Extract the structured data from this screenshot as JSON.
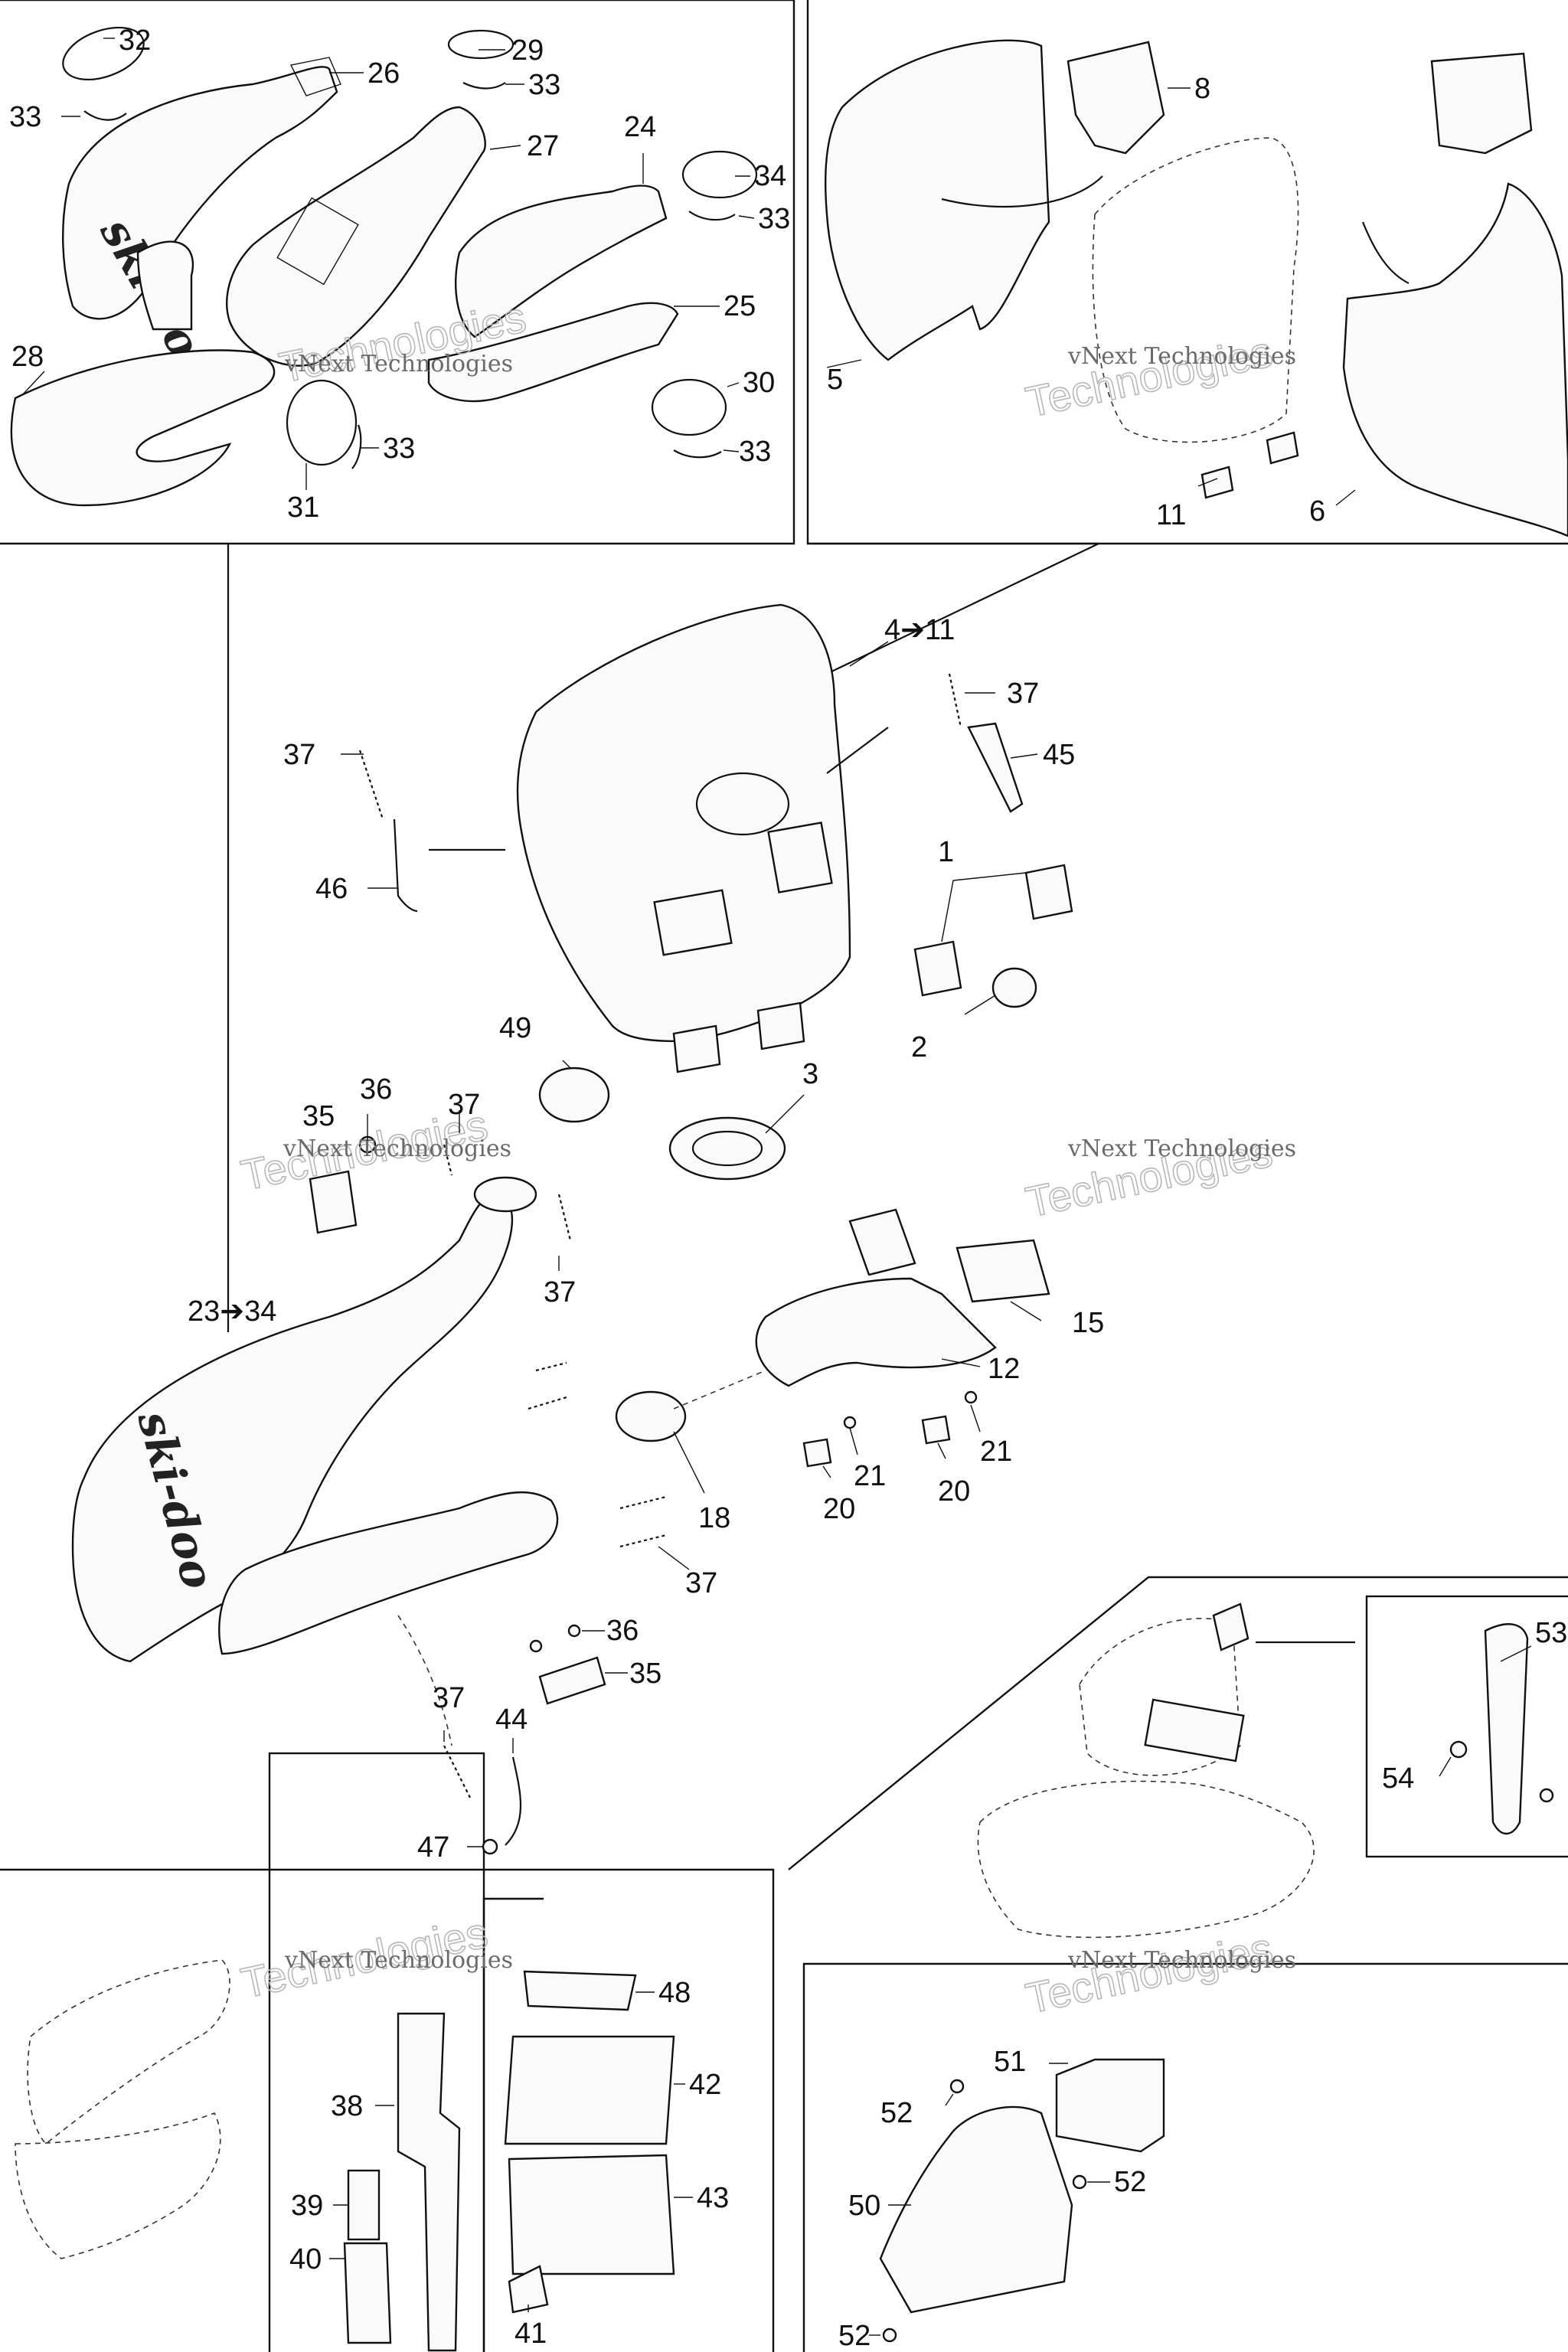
{
  "diagram": {
    "watermarks": {
      "line1": "vNext Technologies",
      "line2": "Technologies",
      "word": "vNext"
    },
    "logo": "ski-doo",
    "callouts": {
      "c32": "32",
      "c33a": "33",
      "c26": "26",
      "c29": "29",
      "c33b": "33",
      "c27": "27",
      "c24": "24",
      "c34a": "34",
      "c33c": "33",
      "c25": "25",
      "c28": "28",
      "c30": "30",
      "c33d": "33",
      "c33e": "33",
      "c31": "31",
      "c8": "8",
      "c5": "5",
      "c11a": "11",
      "c6": "6",
      "c4to11": "4➔11",
      "c37a": "37",
      "c45": "45",
      "c37b": "37",
      "c46": "46",
      "c1": "1",
      "c2": "2",
      "c49": "49",
      "c3": "3",
      "c36a": "36",
      "c37c": "37",
      "c35a": "35",
      "c37d": "37",
      "c23to34": "23➔34",
      "c15": "15",
      "c12": "12",
      "c21a": "21",
      "c21b": "21",
      "c20a": "20",
      "c20b": "20",
      "c18": "18",
      "c37e": "37",
      "c36b": "36",
      "c35b": "35",
      "c37f": "37",
      "c44": "44",
      "c47": "47",
      "c53": "53",
      "c54": "54",
      "c48": "48",
      "c38": "38",
      "c42": "42",
      "c39": "39",
      "c43": "43",
      "c40": "40",
      "c41": "41",
      "c51": "51",
      "c52a": "52",
      "c52b": "52",
      "c50": "50",
      "c52c": "52"
    }
  }
}
